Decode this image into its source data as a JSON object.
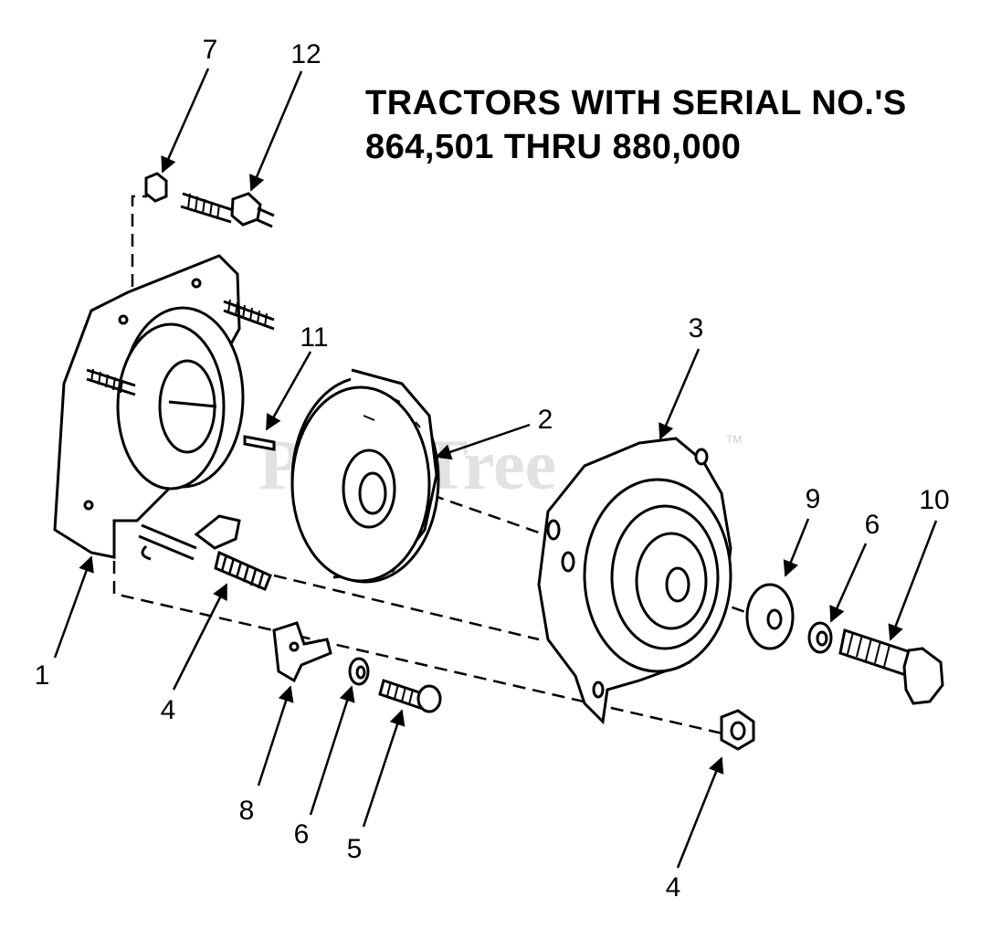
{
  "title": {
    "line1": "TRACTORS WITH SERIAL NO.'S",
    "line2": "864,501 THRU 880,000"
  },
  "watermark": {
    "text": "PartsTree",
    "tm": "TM"
  },
  "callouts": {
    "c1": "1",
    "c2": "2",
    "c3": "3",
    "c4a": "4",
    "c4b": "4",
    "c5": "5",
    "c6a": "6",
    "c6b": "6",
    "c7": "7",
    "c8": "8",
    "c9": "9",
    "c10": "10",
    "c11": "11",
    "c12": "12"
  },
  "colors": {
    "ink": "#000000",
    "watermark": "#969696"
  }
}
